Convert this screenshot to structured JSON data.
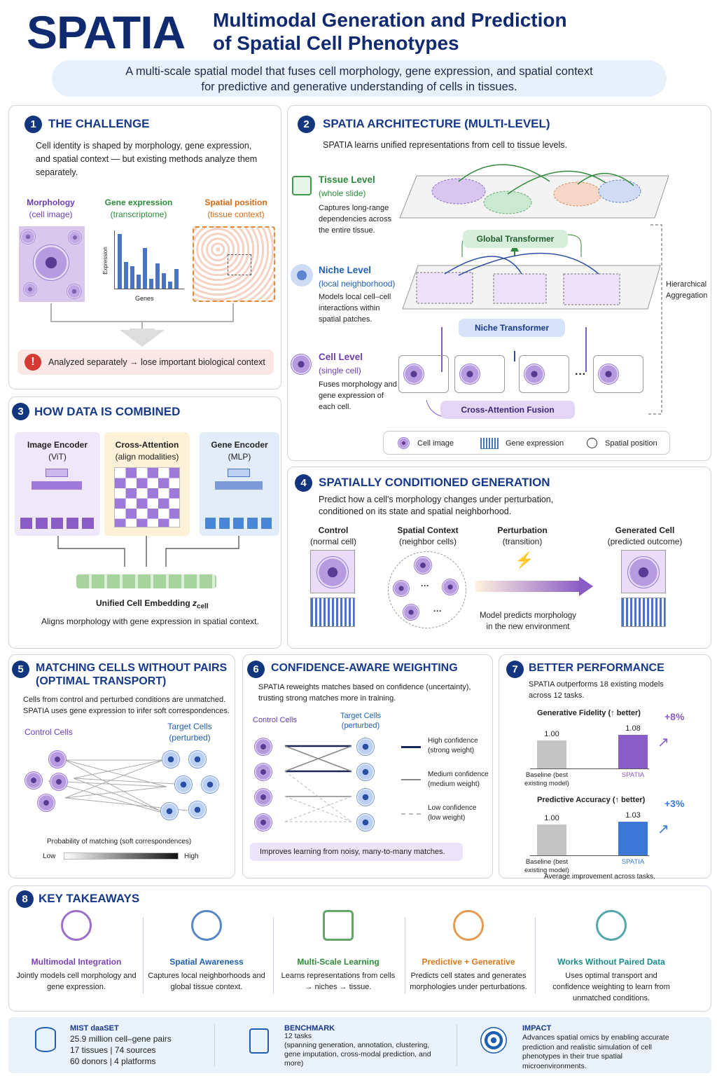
{
  "header": {
    "title": "SPATIA",
    "subtitle_line1": "Multimodal Generation and Prediction",
    "subtitle_line2": "of Spatial Cell Phenotypes",
    "tagline_line1": "A multi-scale spatial model that fuses cell morphology, gene expression, and spatial context",
    "tagline_line2": "for predictive and generative understanding of cells in tissues."
  },
  "p1": {
    "num": "1",
    "title": "THE CHALLENGE",
    "text": "Cell identity is shaped by morphology, gene expression, and spatial context — but existing methods analyze them separately.",
    "m_title": "Morphology",
    "m_sub": "(cell image)",
    "g_title": "Gene expression",
    "g_sub": "(transcriptome)",
    "s_title": "Spatial position",
    "s_sub": "(tissue context)",
    "ylabel": "Expression",
    "xlabel": "Genes",
    "alert": "Analyzed separately → lose important biological context",
    "alert_icon": "!"
  },
  "p2": {
    "num": "2",
    "title": "SPATIA ARCHITECTURE (MULTI-LEVEL)",
    "intro": "SPATIA learns unified representations from cell to tissue levels.",
    "tissue_title": "Tissue Level",
    "tissue_sub": "(whole slide)",
    "tissue_desc": "Captures long-range dependencies across the entire tissue.",
    "niche_title": "Niche Level",
    "niche_sub": "(local neighborhood)",
    "niche_desc": "Models local cell–cell interactions within spatial patches.",
    "cell_title": "Cell Level",
    "cell_sub": "(single cell)",
    "cell_desc": "Fuses morphology and gene expression of each cell.",
    "global": "Global Transformer",
    "niche_tf": "Niche Transformer",
    "cross": "Cross-Attention Fusion",
    "ellipsis": "···",
    "hier1": "Hierarchical",
    "hier2": "Aggregation",
    "legend": [
      "Cell image",
      "Gene expression",
      "Spatial position"
    ]
  },
  "p3": {
    "num": "3",
    "title": "HOW DATA IS COMBINED",
    "img_enc": "Image Encoder",
    "img_sub": "(ViT)",
    "cross": "Cross-Attention",
    "cross_sub": "(align modalities)",
    "gene_enc": "Gene Encoder",
    "gene_sub": "(MLP)",
    "embed": "Unified Cell Embedding",
    "embed_sym": "z",
    "embed_sub": "cell",
    "caption": "Aligns morphology with gene expression in spatial context."
  },
  "p4": {
    "num": "4",
    "title": "SPATIALLY CONDITIONED GENERATION",
    "text": "Predict how a cell's morphology changes under perturbation, conditioned on its state and spatial neighborhood.",
    "c1": "Control",
    "c1s": "(normal cell)",
    "c2": "Spatial Context",
    "c2s": "(neighbor cells)",
    "c3": "Perturbation",
    "c3s": "(transition)",
    "c4": "Generated Cell",
    "c4s": "(predicted outcome)",
    "model_text": "Model predicts morphology in the new environment",
    "ellipsis": "···",
    "bolt": "⚡"
  },
  "p5": {
    "num": "5",
    "title1": "MATCHING CELLS WITHOUT PAIRS",
    "title2": "(OPTIMAL TRANSPORT)",
    "text": "Cells from control and perturbed conditions are unmatched. SPATIA uses gene expression to infer soft correspondences.",
    "control": "Control Cells",
    "target": "Target Cells",
    "target_sub": "(perturbed)",
    "prob": "Probability of matching (soft correspondences)",
    "low": "Low",
    "high": "High"
  },
  "p6": {
    "num": "6",
    "title": "CONFIDENCE-AWARE WEIGHTING",
    "text": "SPATIA reweights matches based on confidence (uncertainty), trusting strong matches more in training.",
    "control": "Control Cells",
    "target": "Target Cells",
    "target_sub": "(perturbed)",
    "hi": "High confidence",
    "hi_s": "(strong weight)",
    "med": "Medium confidence",
    "med_s": "(medium weight)",
    "lo": "Low confidence",
    "lo_s": "(low weight)",
    "note": "Improves learning from noisy, many-to-many matches."
  },
  "p7": {
    "num": "7",
    "title": "BETTER PERFORMANCE",
    "text": "SPATIA outperforms 18 existing models across 12 tasks.",
    "avg": "Average improvement across tasks."
  },
  "chart_data": [
    {
      "type": "bar",
      "title": "Generative Fidelity (↑ better)",
      "categories": [
        "Baseline (best existing model)",
        "SPATIA"
      ],
      "values": [
        1.0,
        1.08
      ],
      "annotation": "+8%",
      "colors": [
        "#c4c4c4",
        "#8a5cc6"
      ]
    },
    {
      "type": "bar",
      "title": "Predictive Accuracy (↑ better)",
      "categories": [
        "Baseline (best existing model)",
        "SPATIA"
      ],
      "values": [
        1.0,
        1.03
      ],
      "annotation": "+3%",
      "colors": [
        "#c4c4c4",
        "#3b78d8"
      ]
    }
  ],
  "p8": {
    "num": "8",
    "title": "KEY TAKEAWAYS",
    "items": [
      {
        "title": "Multimodal Integration",
        "desc": "Jointly models cell morphology and gene expression.",
        "color": "#7b3fb5",
        "icon": "dna-icon"
      },
      {
        "title": "Spatial Awareness",
        "desc": "Captures local neighborhoods and global tissue context.",
        "color": "#1f5fb0",
        "icon": "location-icon"
      },
      {
        "title": "Multi-Scale Learning",
        "desc": "Learns representations from cells → niches → tissue.",
        "color": "#2f8a3a",
        "icon": "layers-icon"
      },
      {
        "title": "Predictive + Generative",
        "desc": "Predicts cell states and generates morphologies under perturbations.",
        "color": "#d97a1a",
        "icon": "magic-wand-icon"
      },
      {
        "title": "Works Without Paired Data",
        "desc": "Uses optimal transport and confidence weighting to learn from unmatched conditions.",
        "color": "#1a8a8a",
        "icon": "network-icon"
      }
    ]
  },
  "footer": {
    "d_title": "MIST daaSET",
    "d_l1": "25.9 million cell–gene pairs",
    "d_l2": "17 tissues | 74 sources",
    "d_l3": "60 donors | 4 platforms",
    "b_title": "BENCHMARK",
    "b_l1": "12 tasks",
    "b_l2": "(spanning generation, annotation, clustering, gene imputation, cross-modal prediction, and more)",
    "i_title": "IMPACT",
    "i_l1": "Advances spatial omics by enabling accurate prediction and realistic simulation of cell phenotypes in their true spatial microenvironments."
  }
}
